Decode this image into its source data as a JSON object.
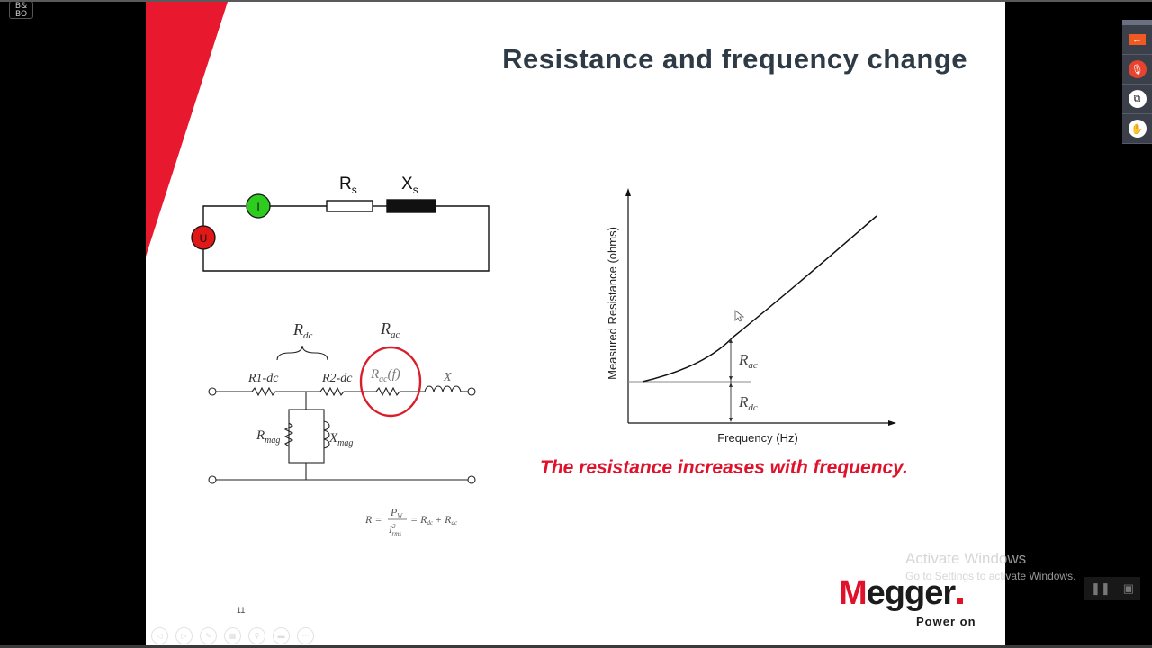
{
  "app": {
    "logo_text": "B&\nBO"
  },
  "slide": {
    "title": "Resistance and frequency change",
    "caption": "The resistance increases with frequency.",
    "page_number": "11",
    "colors": {
      "accent_red": "#E0122B",
      "title": "#2E3A46"
    },
    "circuit_top": {
      "source_u_label": "U",
      "ammeter_label": "I",
      "rs_label": "R",
      "rs_sub": "s",
      "xs_label": "X",
      "xs_sub": "s"
    },
    "circuit_bottom": {
      "rdc_label": "R",
      "rdc_sub": "dc",
      "rac_label": "R",
      "rac_sub": "ac",
      "r1_label": "R1-dc",
      "r2_label": "R2-dc",
      "racf_label": "R",
      "racf_sub": "ac",
      "racf_arg": "(f)",
      "x_label": "X",
      "rmag_label": "R",
      "rmag_sub": "mag",
      "xmag_label": "X",
      "xmag_sub": "mag"
    },
    "formula": {
      "lhs": "R =",
      "numerator": "P",
      "numerator_sub": "W",
      "denominator": "I",
      "denominator_sup": "2",
      "denominator_sub": "rms",
      "rhs": "= R",
      "rhs_sub1": "dc",
      "plus": "+ R",
      "rhs_sub2": "ac"
    },
    "nav_tools": [
      "prev",
      "next",
      "pen",
      "slides",
      "zoom",
      "subtitles",
      "more"
    ],
    "logo": {
      "brand_first": "M",
      "brand_rest": "egger",
      "tagline": "Power on"
    }
  },
  "chart_data": {
    "type": "line",
    "title": "",
    "xlabel": "Frequency (Hz)",
    "ylabel": "Measured Resistance (ohms)",
    "x_ticks": [],
    "y_ticks": [],
    "series": [
      {
        "name": "Measured resistance",
        "x": [
          0,
          1,
          2,
          3,
          4,
          5,
          6,
          7,
          8,
          9
        ],
        "values": [
          1.0,
          1.05,
          1.2,
          1.45,
          1.8,
          2.25,
          2.8,
          3.45,
          4.2,
          5.05
        ]
      }
    ],
    "annotations": [
      {
        "text": "R_ac",
        "description": "vertical span between DC level and curve"
      },
      {
        "text": "R_dc",
        "description": "vertical span from x-axis to DC level"
      }
    ],
    "grid": false,
    "legend": "none"
  },
  "overlay": {
    "activate_title": "Activate Windows",
    "activate_sub": "Go to Settings to activate Windows."
  },
  "side_toolbar": {
    "buttons": [
      "back-arrow",
      "microphone",
      "copy-window",
      "raise-hand"
    ]
  },
  "video_controls": {
    "pause": "❚❚",
    "picture": "▣"
  }
}
